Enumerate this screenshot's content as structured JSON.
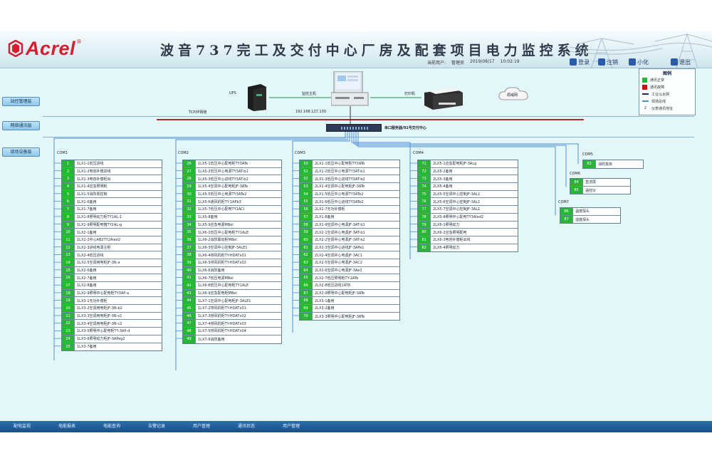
{
  "header": {
    "logo_text": "Acrel",
    "logo_reg": "®",
    "title": "波音737完工及交付中心厂房及配套项目电力监控系统",
    "info": [
      "当前用户:",
      "管理员",
      "2019/08/17",
      "10:02:19"
    ],
    "buttons": [
      "登录",
      "注销",
      "小化",
      "退出"
    ]
  },
  "legend": {
    "title": "图例",
    "items": [
      {
        "label": "通讯正常",
        "color": "#29b638",
        "kind": "box"
      },
      {
        "label": "通讯故障",
        "color": "#cc1111",
        "kind": "box"
      },
      {
        "label": "工业以太网",
        "color": "#1a237e",
        "kind": "line"
      },
      {
        "label": "现场总线",
        "color": "#4f8fd6",
        "kind": "line"
      },
      {
        "label": "仪表通讯地址",
        "color": "#333333",
        "kind": "num",
        "num": "2"
      }
    ]
  },
  "side_buttons": [
    "站控管理层",
    "网络通讯层",
    "现场设备层"
  ],
  "devices": {
    "ups": "UPS",
    "host": "监控主机",
    "printer": "打印机",
    "cloud": "局域网",
    "tcp": "TCP/IP网络",
    "ip": "192.168.127.100",
    "switch": "串口服务器/01号交付中心"
  },
  "panels": [
    {
      "head": "COM1",
      "rows": [
        {
          "n": "1",
          "label": "1LX1-1低压进线"
        },
        {
          "n": "2",
          "label": "1LX1-2电容补偿进线"
        },
        {
          "n": "3",
          "label": "1LX1-3电容补偿柜出"
        },
        {
          "n": "4",
          "label": "1LX1-4应急照明柜"
        },
        {
          "n": "5",
          "label": "1LX1-5消防泵控制"
        },
        {
          "n": "6",
          "label": "1LX1-6备用"
        },
        {
          "n": "7",
          "label": "1LX1-7备用"
        },
        {
          "n": "8",
          "label": "1LX1-8照明动力柜TY1AL-1"
        },
        {
          "n": "9",
          "label": "1LX1-9照明配电箱TY2AL-g"
        },
        {
          "n": "10",
          "label": "1LX2-1备用"
        },
        {
          "n": "11",
          "label": "1LX2-2中心AB2TY2Aled2"
        },
        {
          "n": "12",
          "label": "1LX2-3进线电源主柜"
        },
        {
          "n": "13",
          "label": "1LX2-4低压进线"
        },
        {
          "n": "14",
          "label": "1LX2-5空调用电柜JF-3N-a"
        },
        {
          "n": "15",
          "label": "1LX2-6备用"
        },
        {
          "n": "16",
          "label": "1LX2-7备用"
        },
        {
          "n": "17",
          "label": "1LX2-8备用"
        },
        {
          "n": "18",
          "label": "1LX2-9照明中心配电柜TY3AP-a"
        },
        {
          "n": "19",
          "label": "1LX3-1无功补偿柜"
        },
        {
          "n": "20",
          "label": "1LX3-2空调用电柜JF-3N-b2"
        },
        {
          "n": "21",
          "label": "1LX3-3空调用电柜JF-3N-c1"
        },
        {
          "n": "22",
          "label": "1LX3-4空调用电柜JF-3N-c2"
        },
        {
          "n": "23",
          "label": "1LX3-5照明中心配电柜TY-3AP-d"
        },
        {
          "n": "24",
          "label": "1LX3-6照明动力柜JF-3APeg2"
        },
        {
          "n": "25",
          "label": "1LX3-7备用"
        }
      ]
    },
    {
      "head": "COM2",
      "rows": [
        {
          "n": "26",
          "label": "1LX5-1低压中心配电柜TY3ATe"
        },
        {
          "n": "27",
          "label": "1LX5-2低压中心电源TY3AT-b1"
        },
        {
          "n": "28",
          "label": "1LX5-3低压中心进线TY3AT-b2"
        },
        {
          "n": "29",
          "label": "1LX5-4空调中心配电柜JF-3ATe"
        },
        {
          "n": "30",
          "label": "1LX5-5低压中心电源TY3ATe2"
        },
        {
          "n": "31",
          "label": "1LX5-6通风机柜TY-1APb3"
        },
        {
          "n": "32",
          "label": "1LX5-7低压中心配电TY1ACI"
        },
        {
          "n": "33",
          "label": "1LX5-8备用"
        },
        {
          "n": "34",
          "label": "1LX5-9应急电源MBel"
        },
        {
          "n": "35",
          "label": "1LX6-1低压中心配电柜TY1ALE"
        },
        {
          "n": "36",
          "label": "1LX6-2消防联动柜MBel"
        },
        {
          "n": "37",
          "label": "1LX6-3空调中心控制JF-3ALE1"
        },
        {
          "n": "38",
          "label": "1LX6-4排风机柜TY-HDATx01"
        },
        {
          "n": "39",
          "label": "1LX6-5排风机柜TY-HDATx02"
        },
        {
          "n": "40",
          "label": "1LX6-6消防备用"
        },
        {
          "n": "41",
          "label": "1LX6-7低压电源MBel"
        },
        {
          "n": "42",
          "label": "1LX6-8低压中心配电柜TY1ALE"
        },
        {
          "n": "43",
          "label": "1LX6-9应急配电柜MBel"
        },
        {
          "n": "44",
          "label": "1LX7-1空调中心配电柜JF-3ALE1"
        },
        {
          "n": "45",
          "label": "1LX7-2排风机柜TY-HDATx01"
        },
        {
          "n": "46",
          "label": "1LX7-3排风机柜TY-HDATx02"
        },
        {
          "n": "47",
          "label": "1LX7-4排风机柜TY-HDATx03"
        },
        {
          "n": "48",
          "label": "1LX7-5排风机柜TY-HDATx04"
        },
        {
          "n": "49",
          "label": "1LX7-6消防备用"
        }
      ]
    },
    {
      "head": "COM3",
      "rows": [
        {
          "n": "50",
          "label": "2LX1-1低压中心配电柜TY3ATe"
        },
        {
          "n": "51",
          "label": "2LX1-2低压中心电源TY3AT-b1"
        },
        {
          "n": "52",
          "label": "2LX1-3低压中心进线TY3AT-b2"
        },
        {
          "n": "53",
          "label": "2LX1-4空调中心配电柜JF-3ATe"
        },
        {
          "n": "54",
          "label": "2LX1-5低压中心电源TY3ATe2"
        },
        {
          "n": "55",
          "label": "2LX1-6低压中心进线TY3ATe3"
        },
        {
          "n": "56",
          "label": "2LX1-7无功补偿柜"
        },
        {
          "n": "57",
          "label": "2LX1-8备用"
        },
        {
          "n": "58",
          "label": "2LX1-9空调中心电源JF-3AT-b1"
        },
        {
          "n": "59",
          "label": "2LX2-1空调中心电源JF-3AT-b1"
        },
        {
          "n": "60",
          "label": "2LX2-2空调中心电源JF-3AT-b2"
        },
        {
          "n": "61",
          "label": "2LX2-3空调中心进线JF-3APe1"
        },
        {
          "n": "62",
          "label": "2LX2-4空调中心电源JF-3AC1"
        },
        {
          "n": "63",
          "label": "2LX2-5空调中心电源JF-3AC2"
        },
        {
          "n": "64",
          "label": "2LX2-6空调中心电源JF-3Ae3"
        },
        {
          "n": "65",
          "label": "2LX2-7低压照明柜TY-2ATe"
        },
        {
          "n": "66",
          "label": "2LX2-8低压进线1AT8"
        },
        {
          "n": "67",
          "label": "2LX2-9照明中心配电柜JF-3ATe"
        },
        {
          "n": "68",
          "label": "2LX3-1备用"
        },
        {
          "n": "69",
          "label": "2LX3-2备用"
        },
        {
          "n": "70",
          "label": "2LX3-3照明中心配电柜JF-3ATe"
        }
      ]
    },
    {
      "head": "COM4",
      "rows": [
        {
          "n": "71",
          "label": "2LX5-1应急配电柜JF-3ALg"
        },
        {
          "n": "72",
          "label": "2LX5-2备用"
        },
        {
          "n": "73",
          "label": "2LX5-3备用"
        },
        {
          "n": "74",
          "label": "2LX5-4备用"
        },
        {
          "n": "75",
          "label": "2LX5-5空调中心控制JF-3AL1"
        },
        {
          "n": "76",
          "label": "2LX5-6空调中心控制JF-3AL1"
        },
        {
          "n": "77",
          "label": "2LX5-7空调中心控制JF-3AL1"
        },
        {
          "n": "78",
          "label": "2LX5-8照明中心配电TY3Aled2"
        },
        {
          "n": "79",
          "label": "2LX6-1照明动力"
        },
        {
          "n": "80",
          "label": "2LX6-2应急照明配电"
        },
        {
          "n": "81",
          "label": "2LX6-3电容补偿柜出线"
        },
        {
          "n": "82",
          "label": "2LX6-4照明动力"
        }
      ]
    },
    {
      "head": "COM5",
      "rows": [
        {
          "n": "83",
          "label": "消防泵房"
        }
      ]
    },
    {
      "head": "COM6",
      "rows": [
        {
          "n": "84",
          "label": "直流屏"
        },
        {
          "n": "85",
          "label": "温控仪"
        }
      ]
    },
    {
      "head": "COM7",
      "rows": [
        {
          "n": "86",
          "label": "温度探头"
        },
        {
          "n": "87",
          "label": "湿度探头"
        }
      ]
    }
  ],
  "footer_tabs": [
    "配电监视",
    "电能报表",
    "电能查询",
    "告警记录",
    "用户管理",
    "通讯状态",
    "用户管理"
  ]
}
